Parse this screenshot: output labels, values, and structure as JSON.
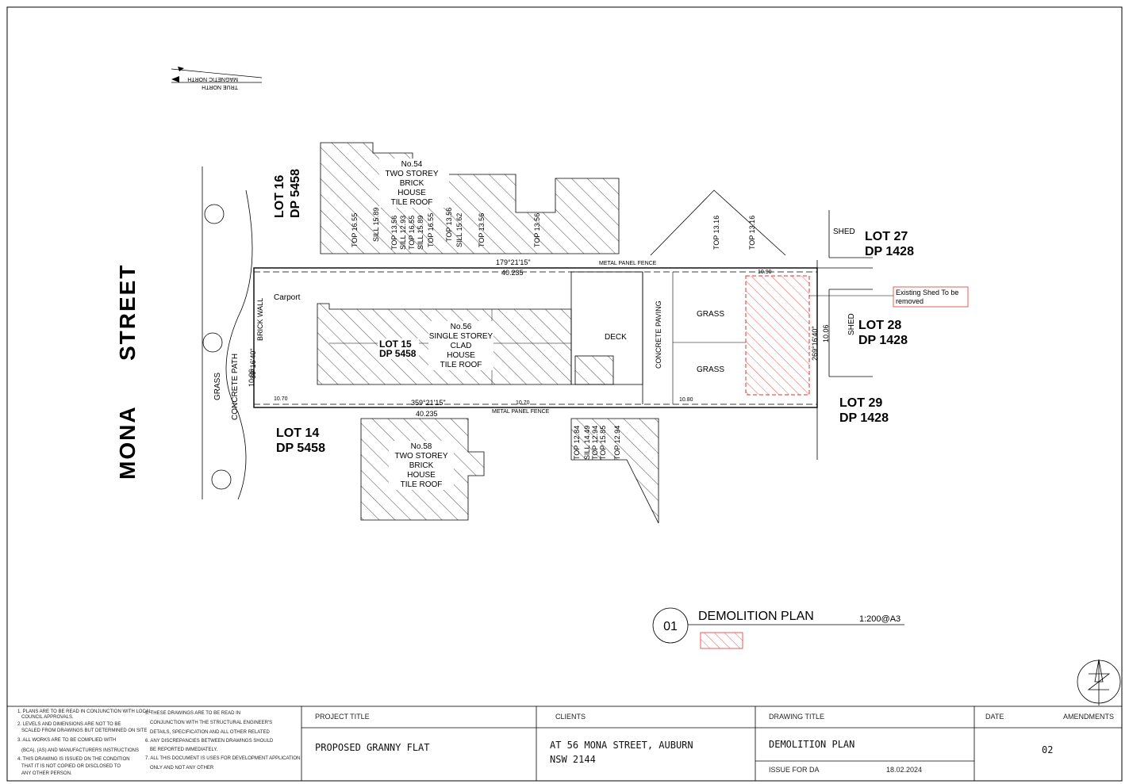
{
  "plan": {
    "street_name_top": "STREET",
    "street_name_bottom": "MONA",
    "north_true": "TRUE NORTH",
    "north_magnetic": "MAGNETIC NORTH",
    "lots": {
      "lot16": {
        "name": "LOT 16",
        "dp": "DP 5458"
      },
      "lot27": {
        "name": "LOT 27",
        "dp": "DP 1428"
      },
      "lot28": {
        "name": "LOT 28",
        "dp": "DP 1428"
      },
      "lot29": {
        "name": "LOT 29",
        "dp": "DP 1428"
      },
      "lot14": {
        "name": "LOT 14",
        "dp": "DP 5458"
      },
      "lot15": {
        "name": "LOT 15",
        "dp": "DP 5458"
      }
    },
    "house54": [
      "No.54",
      "TWO STOREY",
      "BRICK",
      "HOUSE",
      "TILE ROOF"
    ],
    "house56": [
      "No.56",
      "SINGLE STOREY",
      "CLAD",
      "HOUSE",
      "TILE ROOF"
    ],
    "house58": [
      "No.58",
      "TWO STOREY",
      "BRICK",
      "HOUSE",
      "TILE ROOF"
    ],
    "labels": {
      "carport": "Carport",
      "deck": "DECK",
      "grass1": "GRASS",
      "grass2": "GRASS",
      "grass_front": "GRASS",
      "concrete_path": "CONCRETE PATH",
      "concrete_paving": "CONCRETE PAVING",
      "brick_wall": "BRICK WALL",
      "shed_top": "SHED",
      "shed_side": "SHED",
      "fence_top": "METAL PANEL FENCE",
      "fence_bottom": "METAL PANEL FENCE"
    },
    "dimensions": {
      "bearing_top": "179°21'15\"",
      "length_top": "40.235",
      "bearing_bottom": "359°21'15\"",
      "length_bottom": "40.235",
      "front_bearing": "89°16'40\"",
      "front_width": "10.06",
      "rear_bearing": "269°16'40\"",
      "rear_width": "10.06",
      "offset_1": "10.80",
      "offset_2": "10.70",
      "offset_3": "10.90",
      "offset_4": "10.70"
    },
    "levels_house54": [
      "TOP 16.55",
      "SILL 15.89",
      "TOP 13.56",
      "SILL 12.93",
      "TOP 16.55",
      "SILL 15.89",
      "TOP 16.55",
      "TOP 13.56",
      "SILL 15.62",
      "TOP 13.56",
      "TOP 13.56"
    ],
    "levels_rear": [
      "TOP 13.16",
      "TOP 13.16"
    ],
    "levels_house58": [
      "TOP 12.84",
      "SILL 14.49",
      "TOP 12.94",
      "TOP 15.85",
      "TOP 12.94"
    ],
    "callout": {
      "line1": "Existing Shed To be",
      "line2": "removed"
    }
  },
  "legend": {
    "number": "01",
    "title": "DEMOLITION PLAN",
    "scale": "1:200@A3"
  },
  "notes": {
    "left": [
      "1. PLANS ARE TO BE READ IN CONJUNCTION WITH LOCAL",
      "COUNCIL APPROVALS.",
      "2. LEVELS AND DIMENSIONS ARE NOT TO BE",
      "SCALED FROM DRAWINGS BUT DETERMINED ON SITE",
      "3. ALL WORKS ARE TO BE COMPLIED WITH",
      "(BCA). (AS) AND MANUFACTURERS INSTRUCTIONS",
      "4. THIS DRAWING IS ISSUED ON THE CONDITION",
      "THAT IT IS NOT COPIED OR DISCLOSED TO",
      "ANY OTHER PERSON."
    ],
    "right": [
      "5. THESE DRAWINGS ARE TO BE READ IN",
      "CONJUNCTION WITH THE STRUCTURAL ENGINEER'S",
      "DETAILS, SPECIFICATION AND ALL OTHER RELATED",
      "6. ANY DISCREPANCIES BETWEEN DRAWINGS SHOULD",
      "BE REPORTED IMMEDIATELY.",
      "7. ALL THIS DOCUMENT IS USES FOR DEVELOPMENT APPLICATION",
      "ONLY AND NOT ANY OTHER"
    ]
  },
  "titleblock": {
    "project_title_label": "PROJECT TITLE",
    "project_title": "PROPOSED GRANNY FLAT",
    "clients_label": "CLIENTS",
    "client_line1": "AT 56 MONA STREET, AUBURN",
    "client_line2": "NSW 2144",
    "drawing_title_label": "DRAWING TITLE",
    "drawing_title": "DEMOLITION PLAN",
    "issue": "ISSUE FOR  DA",
    "issue_date": "18.02.2024",
    "date_label": "DATE",
    "amendments_label": "AMENDMENTS",
    "amendment": "02"
  },
  "colors": {
    "demolition": "#e8322e",
    "line": "#000000"
  }
}
